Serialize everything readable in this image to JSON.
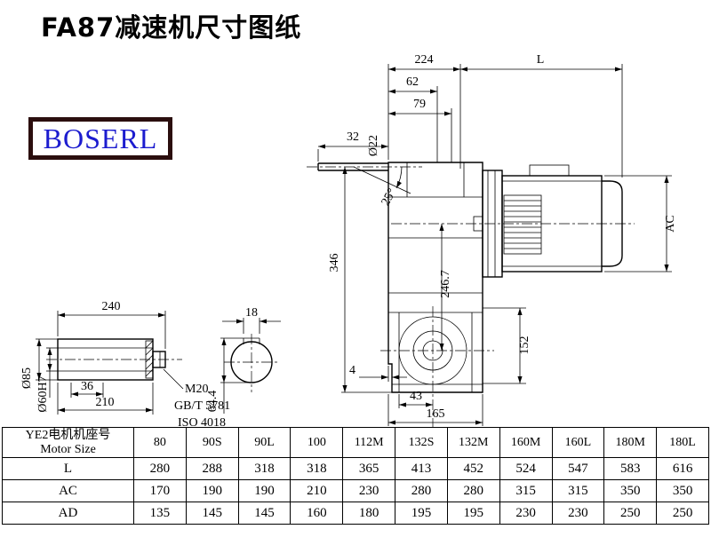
{
  "title": "FA87减速机尺寸图纸",
  "logo": {
    "text": "BOSERL",
    "text_color": "#1c1ccf",
    "border_color": "#2b0e0e"
  },
  "drawing": {
    "dims": {
      "top_width": "224",
      "motor_length": "L",
      "d62": "62",
      "d79": "79",
      "d32": "32",
      "input_shaft_dia": "Ø22",
      "input_angle": "25°",
      "height_total": "346",
      "center_height": "246.7",
      "motor_dia": "AC",
      "flange_height": "152",
      "step": "4",
      "d43": "43",
      "base_width": "165",
      "keyway_depth": "64.4",
      "keyway_width": "18",
      "shaft_total": "240",
      "shaft_outer_dia": "Ø85",
      "bore_dia": "Ø60H7",
      "d36": "36",
      "d210": "210",
      "bolt": "M20",
      "bolt_std_gb": "GB/T 5781",
      "bolt_std_iso": "ISO 4018"
    }
  },
  "table": {
    "header": {
      "line1": "YE2电机机座号",
      "line2": "Motor Size"
    },
    "columns": [
      "80",
      "90S",
      "90L",
      "100",
      "112M",
      "132S",
      "132M",
      "160M",
      "160L",
      "180M",
      "180L"
    ],
    "rows": [
      {
        "label": "L",
        "values": [
          "280",
          "288",
          "318",
          "318",
          "365",
          "413",
          "452",
          "524",
          "547",
          "583",
          "616"
        ]
      },
      {
        "label": "AC",
        "values": [
          "170",
          "190",
          "190",
          "210",
          "230",
          "280",
          "280",
          "315",
          "315",
          "350",
          "350"
        ]
      },
      {
        "label": "AD",
        "values": [
          "135",
          "145",
          "145",
          "160",
          "180",
          "195",
          "195",
          "230",
          "230",
          "250",
          "250"
        ]
      }
    ]
  }
}
